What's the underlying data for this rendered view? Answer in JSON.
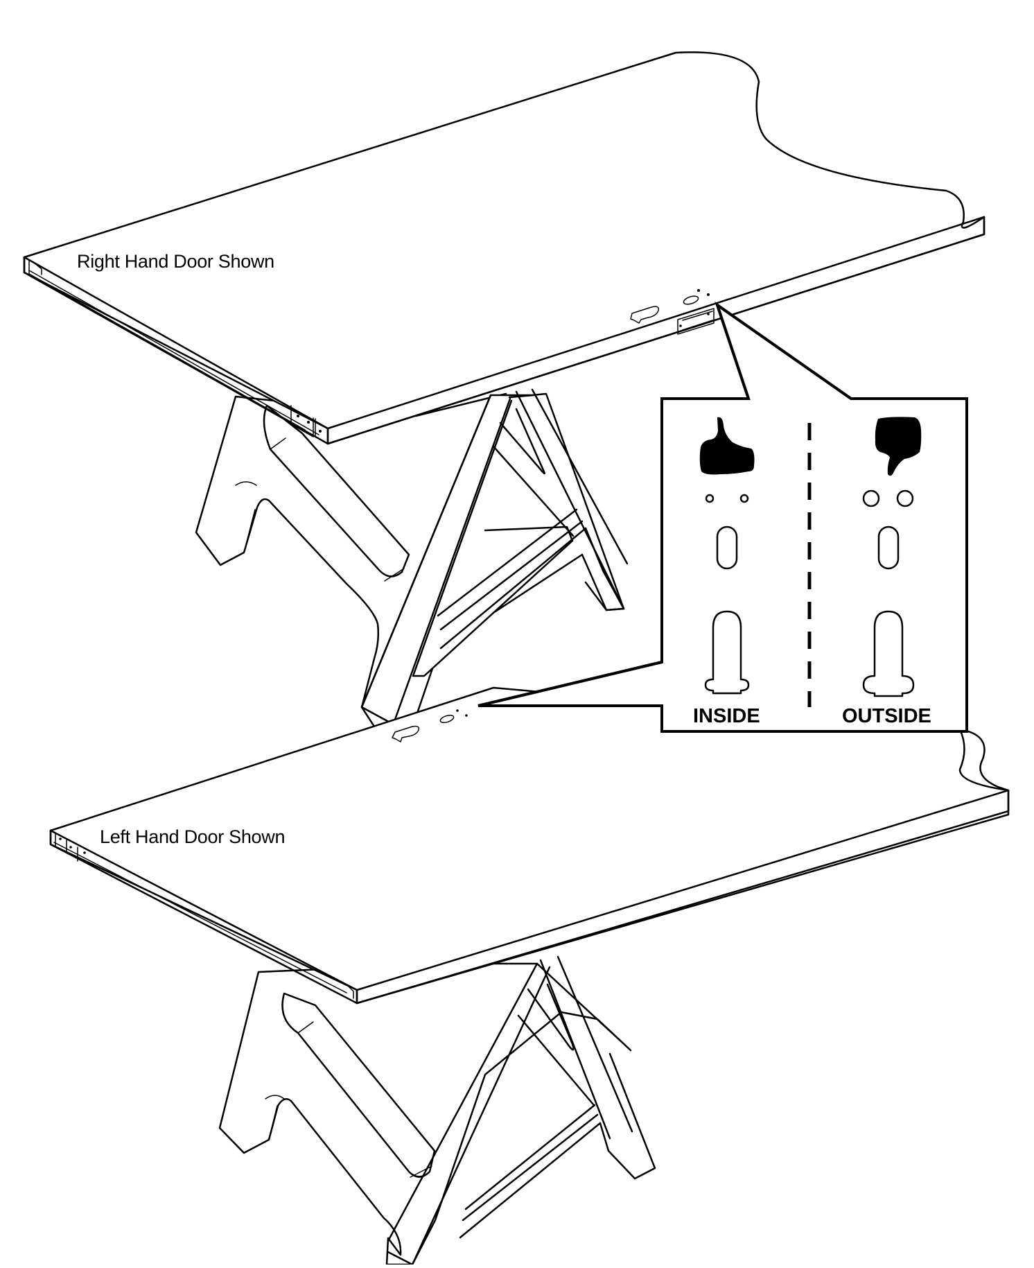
{
  "diagram": {
    "title": "Door hinge mounting orientation on sawhorses",
    "colors": {
      "line": "#000000",
      "background": "#ffffff"
    },
    "views": [
      {
        "id": "upper",
        "label": "Right Hand Door Shown"
      },
      {
        "id": "lower",
        "label": "Left Hand Door Shown"
      }
    ],
    "callout": {
      "columns": [
        {
          "id": "inside",
          "label": "INSIDE",
          "verdict_icon": "thumbs-up-icon",
          "verdict": "correct",
          "pin_holes": "small"
        },
        {
          "id": "outside",
          "label": "OUTSIDE",
          "verdict_icon": "thumbs-down-icon",
          "verdict": "incorrect",
          "pin_holes": "large"
        }
      ],
      "divider": "dashed-line"
    }
  }
}
